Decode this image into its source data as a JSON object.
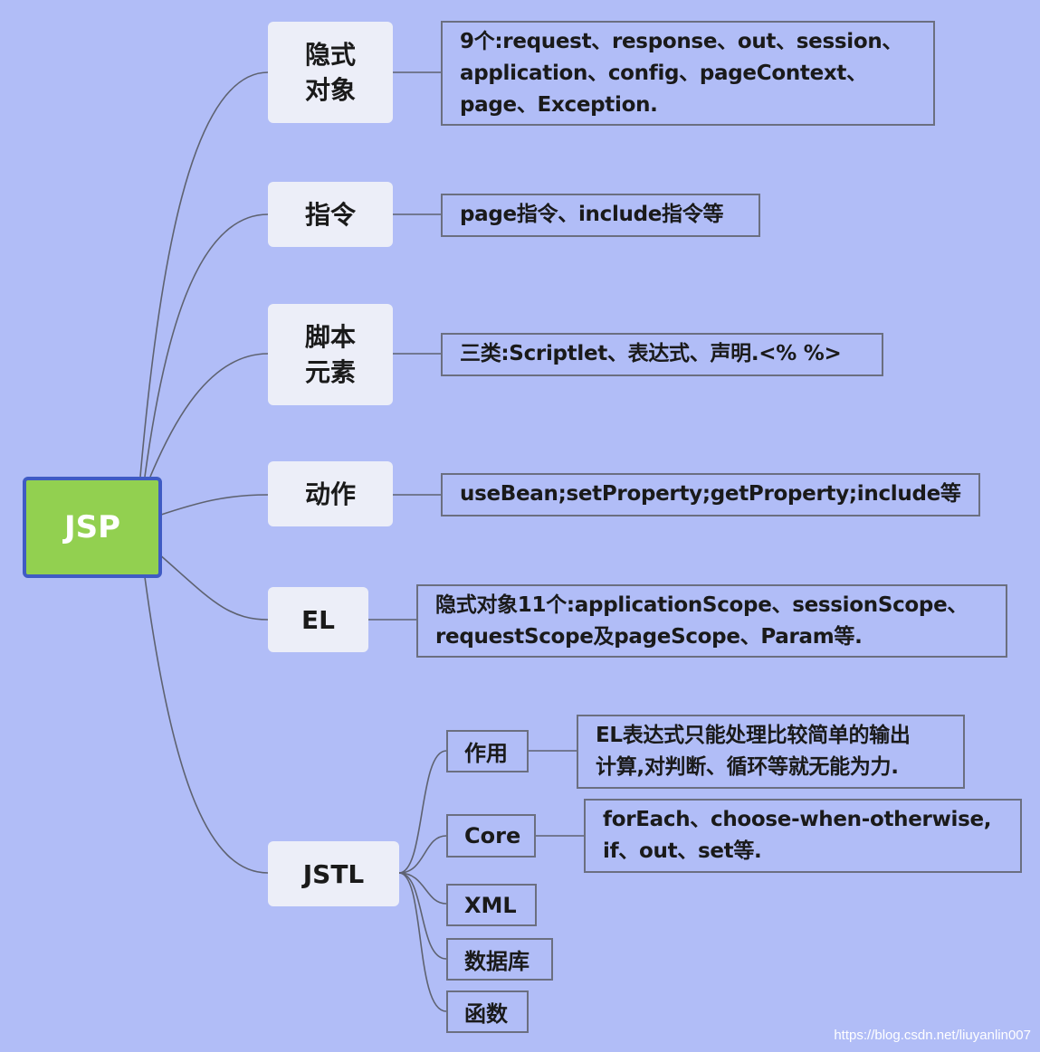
{
  "root": {
    "label": "JSP"
  },
  "branches": {
    "implicit_objects": {
      "label": "隐式\n对象",
      "note": "9个:request、response、out、session、\napplication、config、pageContext、\npage、Exception."
    },
    "directives": {
      "label": "指令",
      "note": "page指令、include指令等"
    },
    "script_elements": {
      "label": "脚本\n元素",
      "note": "三类:Scriptlet、表达式、声明.<% %>"
    },
    "actions": {
      "label": "动作",
      "note": "useBean;setProperty;getProperty;include等"
    },
    "el": {
      "label": "EL",
      "note": "隐式对象11个:applicationScope、sessionScope、\nrequestScope及pageScope、Param等."
    },
    "jstl": {
      "label": "JSTL",
      "children": {
        "purpose": {
          "label": "作用",
          "note": "EL表达式只能处理比较简单的输出\n计算,对判断、循环等就无能为力."
        },
        "core": {
          "label": "Core",
          "note": "forEach、choose-when-otherwise,\nif、out、set等."
        },
        "xml": {
          "label": "XML"
        },
        "database": {
          "label": "数据库"
        },
        "functions": {
          "label": "函数"
        }
      }
    }
  },
  "watermark": "https://blog.csdn.net/liuyanlin007",
  "colors": {
    "background": "#b1bdf7",
    "root_fill": "#92d050",
    "root_border": "#3f5bc4",
    "topic_fill": "#eceef8",
    "connector": "#5e6270"
  }
}
